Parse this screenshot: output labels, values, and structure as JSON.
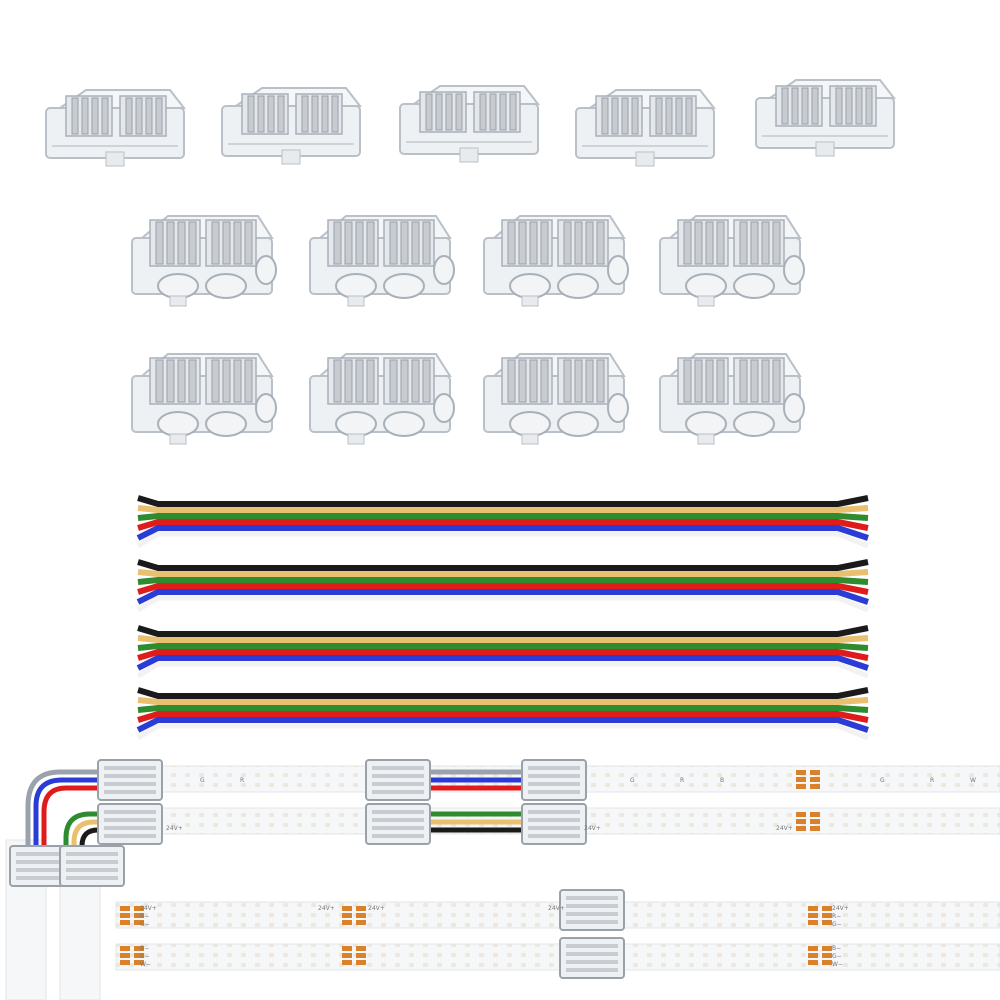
{
  "colors": {
    "background": "#ffffff",
    "connector_clear": "#eef1f4",
    "connector_edge": "#b9c0c7",
    "connector_pin": "#c8ccd1",
    "strip_body": "#f6f7f8",
    "strip_edge": "#e3e5e8",
    "pad_copper": "#d9822b",
    "led_dot": "#e9e4d6",
    "wire_black": "#1a1a1a",
    "wire_yellow": "#e8c070",
    "wire_green": "#2e8b2e",
    "wire_red": "#e01b1b",
    "wire_blue": "#2a3bd6",
    "wire_white": "#ffffff"
  },
  "connectors": {
    "row1_count": 5,
    "row2_count": 4,
    "row3_count": 4
  },
  "jumper_cables": {
    "count": 4,
    "wire_colors": [
      "wire_black",
      "wire_yellow",
      "wire_green",
      "wire_red",
      "wire_blue"
    ]
  },
  "strip_labels": {
    "pad_24v": "24V+",
    "pad_r": "R",
    "pad_g": "G",
    "pad_b": "B",
    "pad_w": "W",
    "pad_r_minus": "R−",
    "pad_g_minus": "G−",
    "pad_b_minus": "B−",
    "pad_w_minus": "W−"
  }
}
